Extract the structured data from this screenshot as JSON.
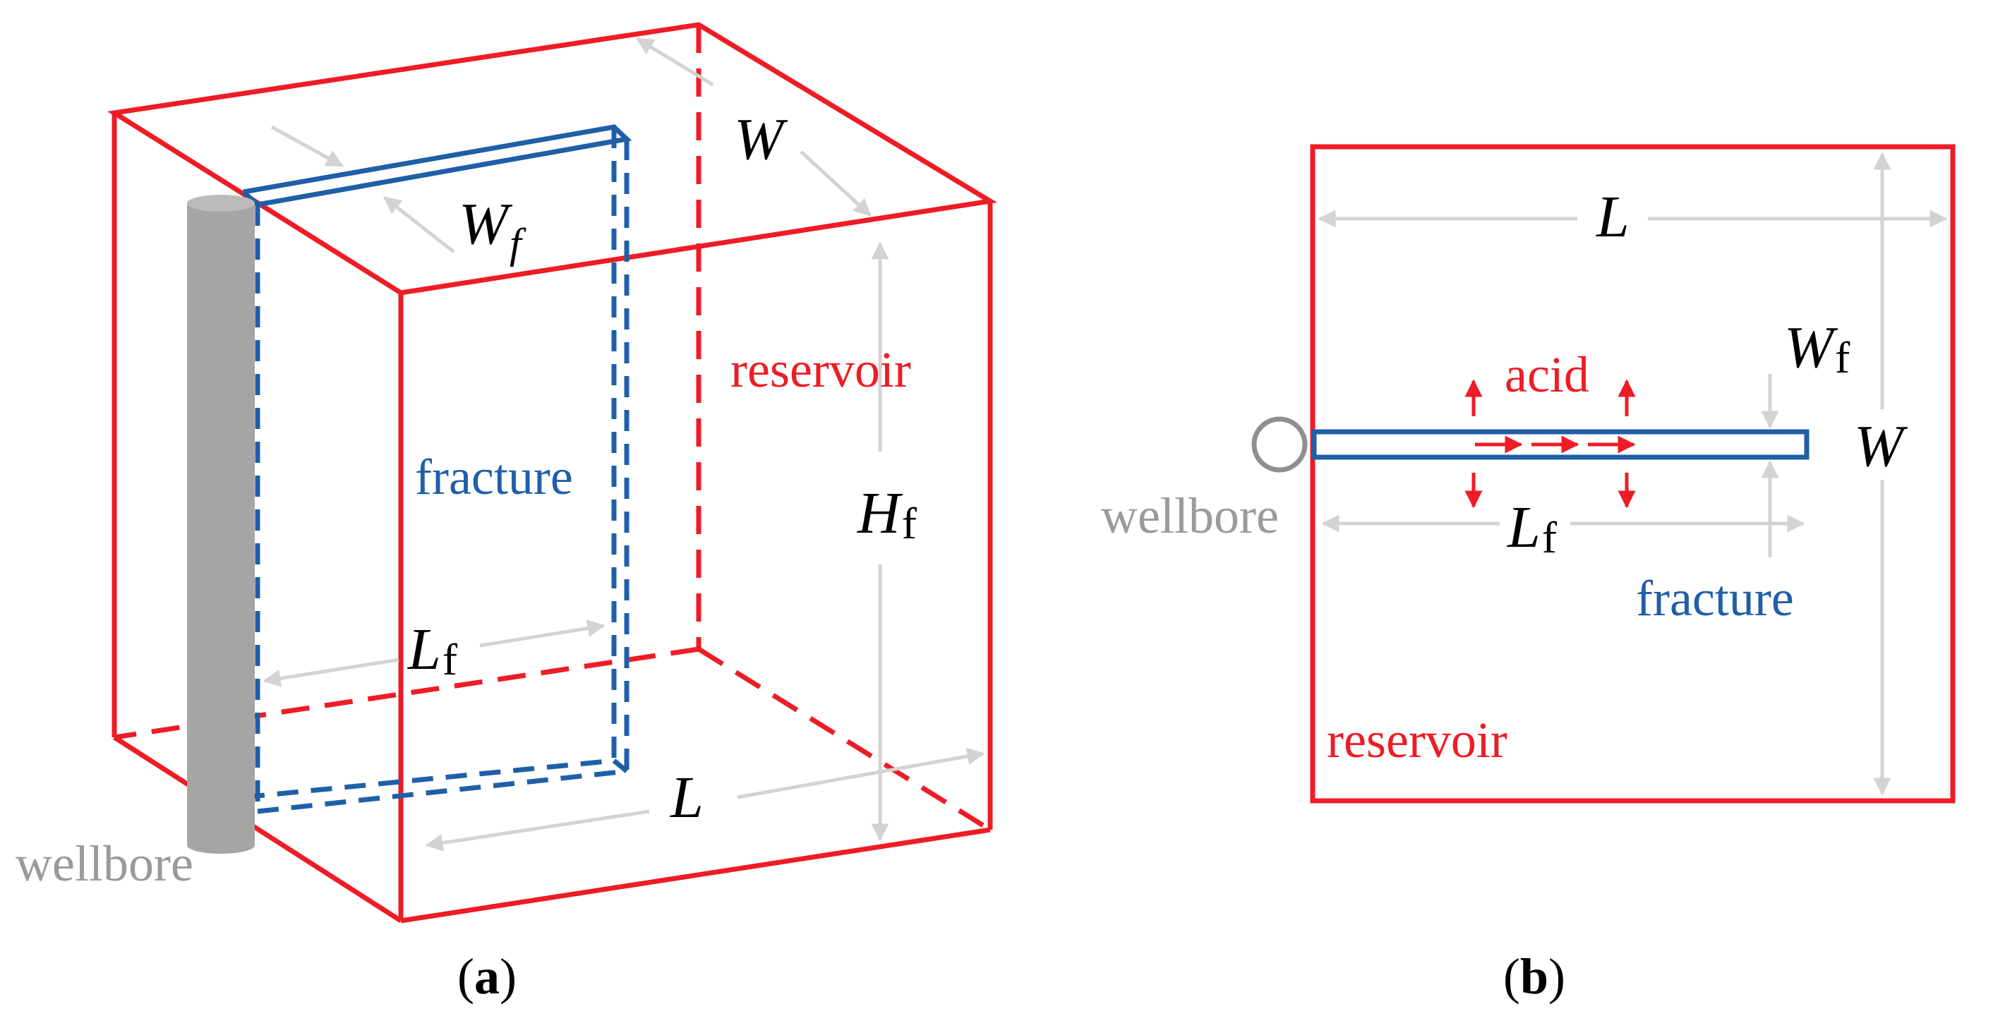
{
  "panel_a": {
    "caption_open": "(",
    "caption_letter": "a",
    "caption_close": ")",
    "label_reservoir": "reservoir",
    "label_fracture": "fracture",
    "label_wellbore": "wellbore",
    "sym_W": "W",
    "sym_Wf_main": "W",
    "sym_Wf_sub": "f",
    "sym_Hf_main": "H",
    "sym_Hf_sub": "f",
    "sym_Lf_main": "L",
    "sym_Lf_sub": "f",
    "sym_L": "L"
  },
  "panel_b": {
    "caption_open": "(",
    "caption_letter": "b",
    "caption_close": ")",
    "label_reservoir": "reservoir",
    "label_fracture": "fracture",
    "label_wellbore": "wellbore",
    "label_acid": "acid",
    "sym_L": "L",
    "sym_W": "W",
    "sym_Wf_main": "W",
    "sym_Wf_sub": "f",
    "sym_Lf_main": "L",
    "sym_Lf_sub": "f"
  },
  "colors": {
    "reservoir": "#ee1c25",
    "fracture": "#1f5fa8",
    "dimension": "#d3d3d3",
    "wellbore": "#a7a4a4",
    "wellbore_text": "#9a9a9a",
    "acid": "#ee1c25"
  }
}
